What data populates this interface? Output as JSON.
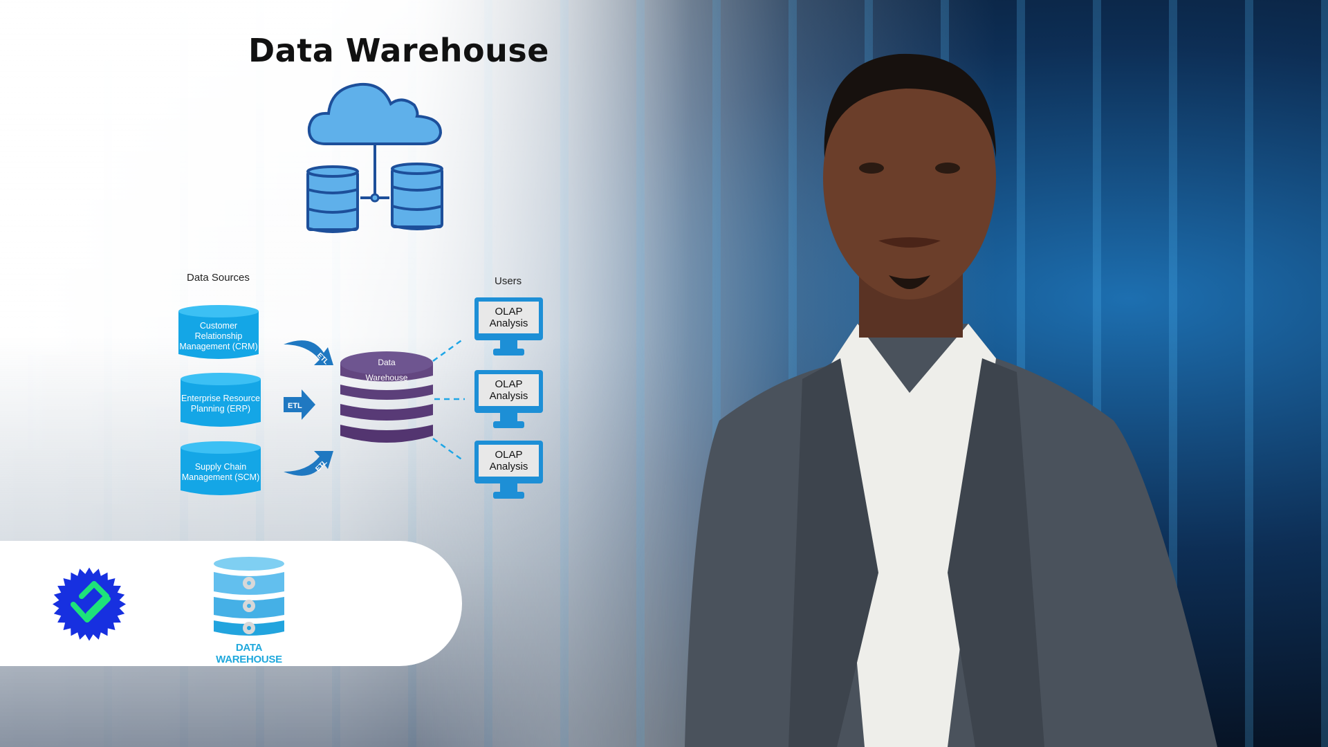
{
  "title": "Data Warehouse",
  "diagram": {
    "sources_label": "Data Sources",
    "users_label": "Users",
    "sources": [
      "Customer Relationship Management (CRM)",
      "Enterprise Resource Planning (ERP)",
      "Supply Chain Management (SCM)"
    ],
    "etl_label": "ETL",
    "warehouse": {
      "line1": "Data",
      "line2": "Warehouse"
    },
    "users": [
      "OLAP Analysis",
      "OLAP Analysis",
      "OLAP Analysis"
    ]
  },
  "banner": {
    "caption": "DATA WAREHOUSE"
  },
  "colors": {
    "source": "#1aaeea",
    "warehouse": "#5a3a7a",
    "etl": "#1f78c1",
    "monitor": "#1d8fd6",
    "badge": "#1730e0",
    "badge_mark": "#1ee27a"
  }
}
